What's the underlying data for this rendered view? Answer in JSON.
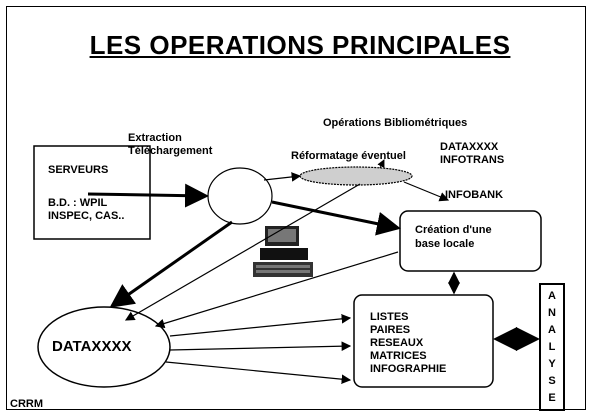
{
  "title": "LES OPERATIONS PRINCIPALES",
  "labels": {
    "extraction": "Extraction",
    "telechargement": "Téléchargement",
    "operations_biblio": "Opérations Bibliométriques",
    "reformatage": "Réformatage éventuel",
    "serveurs_title": "SERVEURS",
    "serveurs_line1": "B.D. : WPIL",
    "serveurs_line2": "INSPEC, CAS..",
    "dataxxxx_tool": "DATAXXXX",
    "infotrans": "INFOTRANS",
    "infobank": "INFOBANK",
    "creation_line1": "Création d'une",
    "creation_line2": "base locale",
    "dataxxxx_main": "DATAXXXX",
    "outputs": [
      "LISTES",
      "PAIRES",
      "RESEAUX",
      "MATRICES",
      "INFOGRAPHIE"
    ],
    "analyse_letters": [
      "A",
      "N",
      "A",
      "L",
      "Y",
      "S",
      "E"
    ],
    "crrm": "CRRM"
  }
}
